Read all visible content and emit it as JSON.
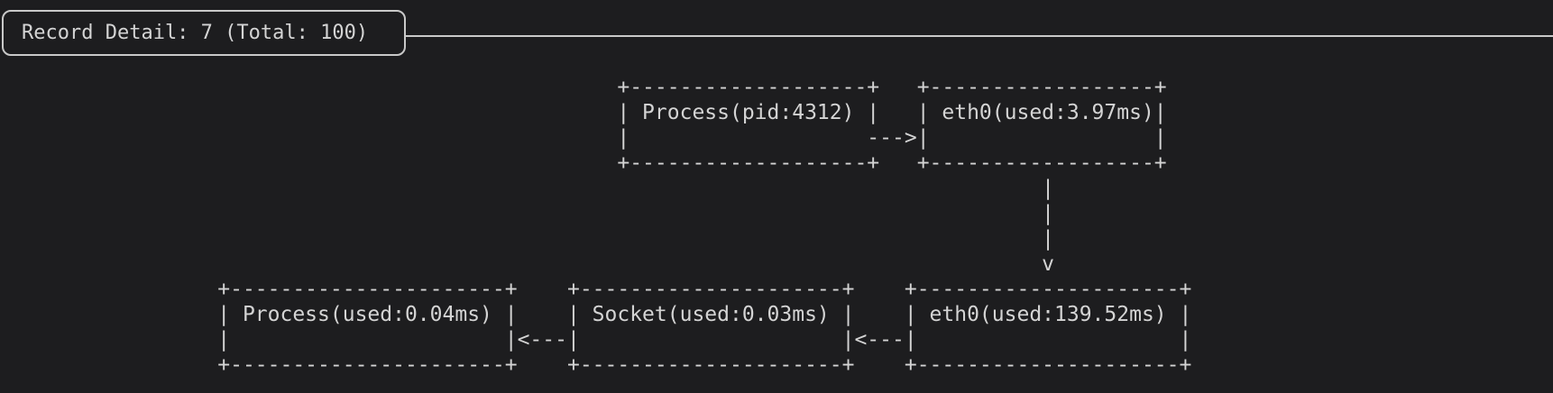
{
  "app": {
    "background": "#1d1d1f",
    "foreground": "#d4d4d4",
    "border_color": "#c9c9c9"
  },
  "header": {
    "title": "Record Detail: 7 (Total: 100)",
    "record_number": "7",
    "total_records": "100"
  },
  "diagram": {
    "ascii_lines": [
      "                                                  +-------------------+   +------------------+",
      "                                                  | Process(pid:4312) |   | eth0(used:3.97ms)|",
      "                                                  |                   --->|                  |",
      "                                                  +-------------------+   +------------------+",
      "                                                                                    |",
      "                                                                                    |",
      "                                                                                    |",
      "                                                                                    v",
      "                  +----------------------+    +---------------------+    +---------------------+",
      "                  | Process(used:0.04ms) |    | Socket(used:0.03ms) |    | eth0(used:139.52ms) |",
      "                  |                      |<---|                     |<---|                     |",
      "                  +----------------------+    +---------------------+    +---------------------+"
    ],
    "nodes": [
      {
        "id": "process-top",
        "label": "Process(pid:4312)"
      },
      {
        "id": "eth0-top",
        "label": "eth0(used:3.97ms)"
      },
      {
        "id": "eth0-bottom",
        "label": "eth0(used:139.52ms)"
      },
      {
        "id": "socket-bottom",
        "label": "Socket(used:0.03ms)"
      },
      {
        "id": "process-bottom",
        "label": "Process(used:0.04ms)"
      }
    ],
    "edges": [
      {
        "from": "Process(pid:4312)",
        "to": "eth0(used:3.97ms)",
        "direction": "right",
        "glyph": "--->"
      },
      {
        "from": "eth0(used:3.97ms)",
        "to": "eth0(used:139.52ms)",
        "direction": "down",
        "glyph": "|v"
      },
      {
        "from": "eth0(used:139.52ms)",
        "to": "Socket(used:0.03ms)",
        "direction": "left",
        "glyph": "<---"
      },
      {
        "from": "Socket(used:0.03ms)",
        "to": "Process(used:0.04ms)",
        "direction": "left",
        "glyph": "<---"
      }
    ]
  }
}
